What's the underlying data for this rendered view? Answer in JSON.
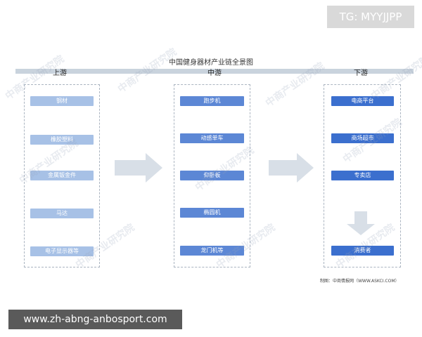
{
  "badge": "TG: MYYJJPP",
  "diagram": {
    "title": "中国健身器材产业链全景图",
    "stages": {
      "upstream": "上游",
      "midstream": "中游",
      "downstream": "下游"
    },
    "upstream_items": [
      "钢材",
      "橡胶塑料",
      "金属钣金件",
      "马达",
      "电子显示器等"
    ],
    "midstream_items": [
      "跑步机",
      "动感单车",
      "仰卧板",
      "椭圆机",
      "龙门机等"
    ],
    "downstream_items": [
      "电商平台",
      "商场超市",
      "专卖店"
    ],
    "downstream_final": "消费者",
    "credit": "制图：中商情报网（WWW.ASKCI.COM）",
    "watermark_text": "中商产业研究院"
  },
  "colors": {
    "upstream_box": "#a7c1e6",
    "midstream_box": "#5c87d5",
    "downstream_box": "#3b6fce",
    "arrow": "#d8dfe7",
    "band": "#c9d3dd"
  },
  "footer_url": "www.zh-abng-anbosport.com"
}
